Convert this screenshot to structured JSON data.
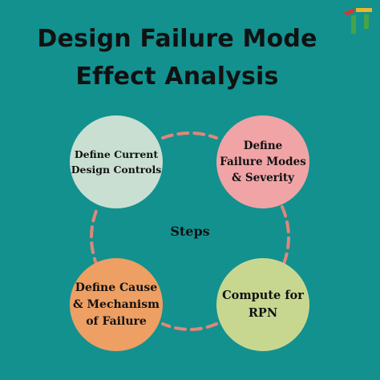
{
  "title": {
    "line1": "Design Failure Mode",
    "line2": "Effect Analysis"
  },
  "center_label": "Steps",
  "steps": [
    {
      "id": "define-current-design-controls",
      "label": "Define Current\nDesign Controls",
      "color": "#c9dfd2"
    },
    {
      "id": "define-failure-modes-severity",
      "label": "Define\nFailure Modes\n& Severity",
      "color": "#f0a4a6"
    },
    {
      "id": "compute-for-rpn",
      "label": "Compute for\nRPN",
      "color": "#c8d790"
    },
    {
      "id": "define-cause-mechanism-of-failure",
      "label": "Define Cause\n& Mechanism\nof Failure",
      "color": "#ee9f63"
    }
  ],
  "colors": {
    "background": "#12918f",
    "connector": "#e0877a",
    "text": "#111111"
  },
  "logo": {
    "icon": "brand-logo-icon",
    "colors": [
      "#d33a2c",
      "#f0b52a",
      "#46a34a"
    ]
  }
}
